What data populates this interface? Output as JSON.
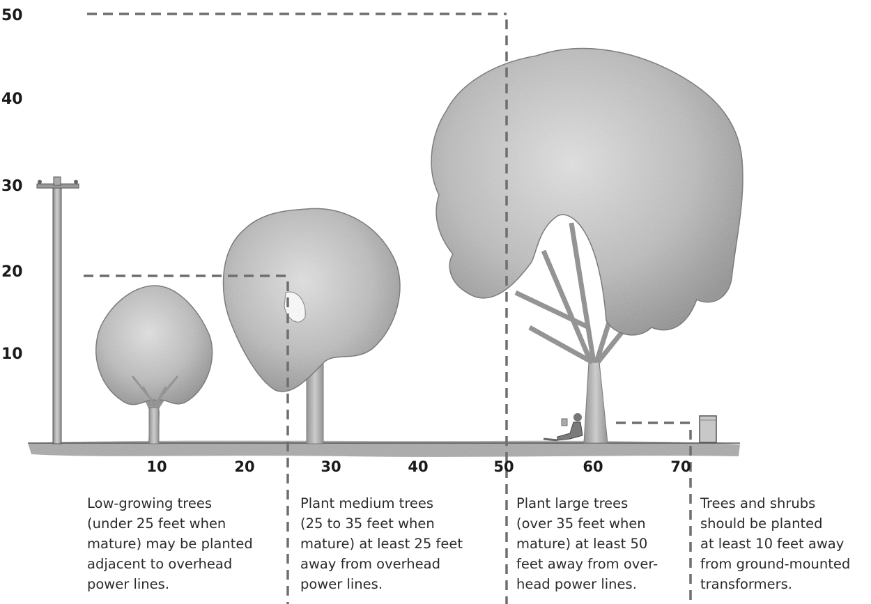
{
  "y_axis": {
    "ticks": [
      "50",
      "40",
      "30",
      "20",
      "10"
    ]
  },
  "x_axis": {
    "ticks": [
      "10",
      "20",
      "30",
      "40",
      "50",
      "60",
      "70"
    ]
  },
  "captions": [
    "Low-growing trees\n(under 25 feet when\nmature) may be planted\nadjacent to overhead\npower lines.",
    "Plant medium trees\n(25 to 35 feet when\nmature) at least 25 feet\naway from overhead\npower lines.",
    "Plant large trees\n(over 35 feet when\nmature) at least 50\nfeet away from over-\nhead power lines.",
    "Trees and shrubs\nshould be planted\nat least 10 feet away\nfrom ground-mounted\ntransformers."
  ],
  "colors": {
    "dash": "#6e6e6e",
    "canopy_light": "#dadada",
    "canopy_dark": "#9a9a9a",
    "trunk": "#bdbdbd",
    "ground": "#8c8c8c"
  }
}
